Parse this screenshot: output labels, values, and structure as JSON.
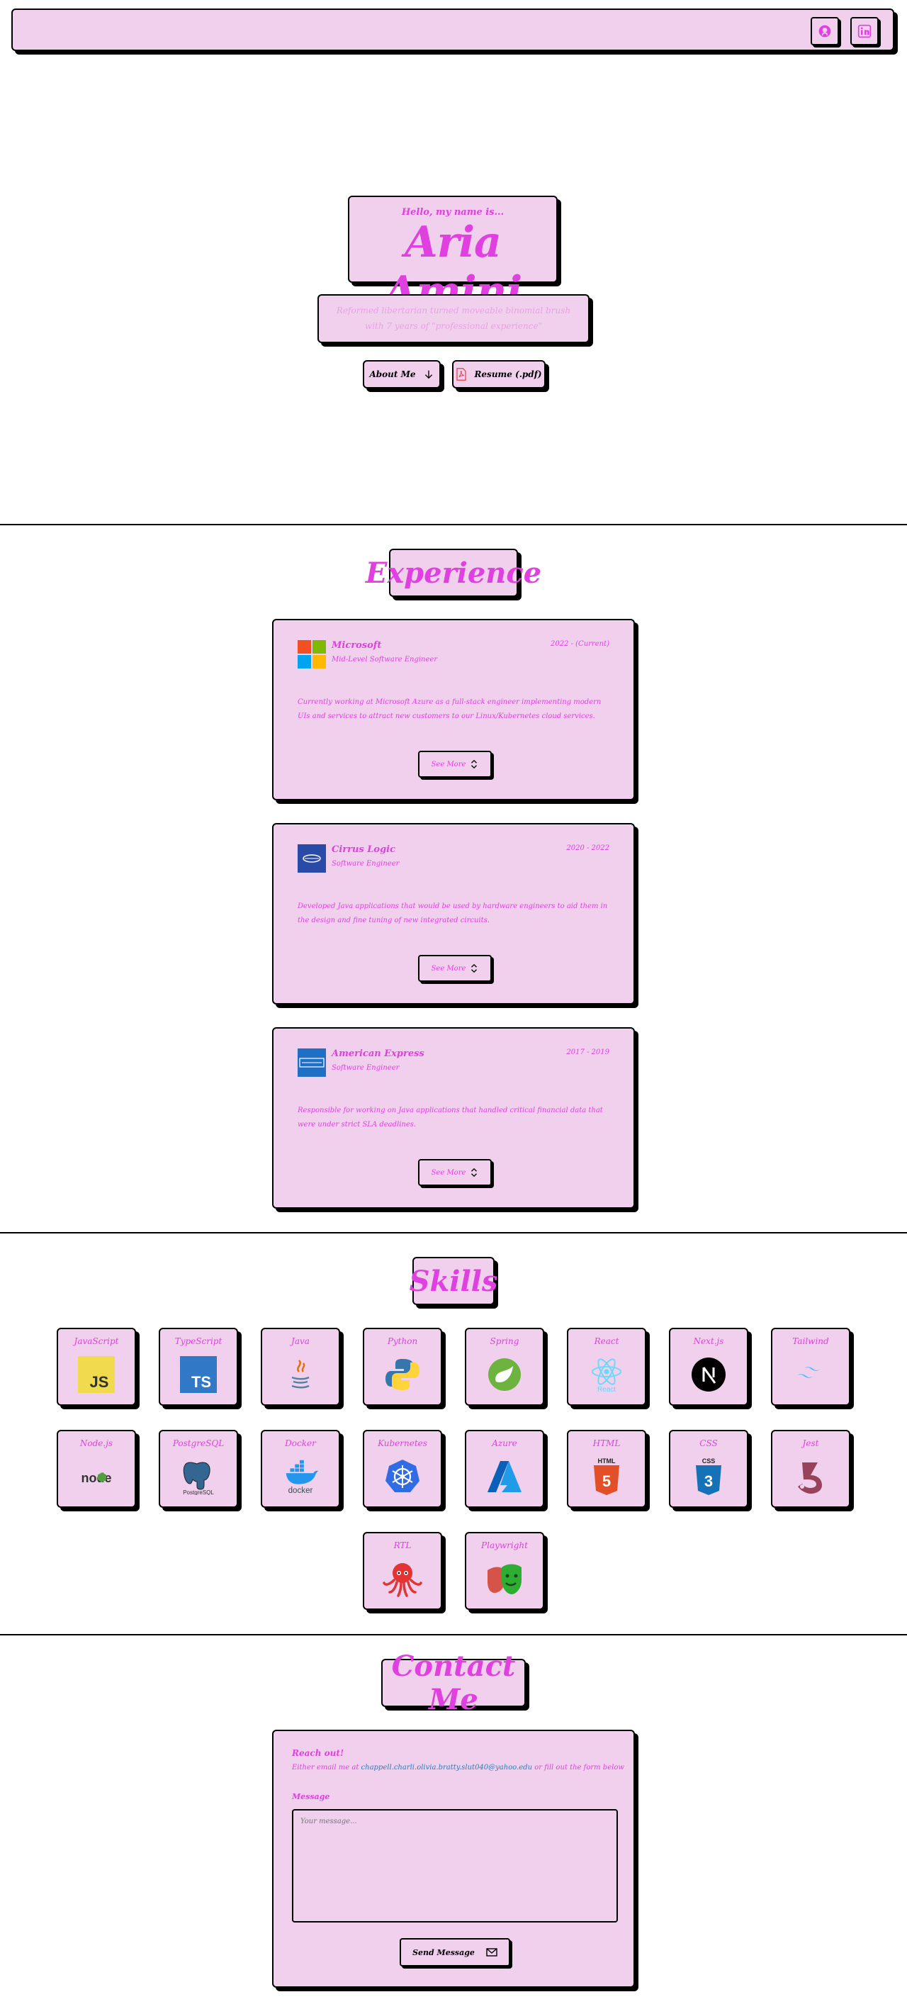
{
  "nav": {
    "github_icon": "github-icon",
    "linkedin_icon": "linkedin-icon"
  },
  "hero": {
    "greeting": "Hello, my name is...",
    "name": "Aria Amini",
    "tagline": "Reformed libertarian turned moveable binomial brush with 7 years of \"professional experience\"",
    "about_label": "About Me",
    "resume_label": "Resume (.pdf)"
  },
  "experience": {
    "title": "Experience",
    "items": [
      {
        "company": "Microsoft",
        "role": "Mid-Level Software Engineer",
        "date": "2022 - (Current)",
        "description": "Currently working at Microsoft Azure as a full-stack engineer implementing modern UIs and services to attract new customers to our Linux/Kubernetes cloud services.",
        "button": "See More"
      },
      {
        "company": "Cirrus Logic",
        "role": "Software Engineer",
        "date": "2020 - 2022",
        "description": "Developed Java applications that would be used by hardware engineers to aid them in the design and fine tuning of new integrated circuits.",
        "button": "See More"
      },
      {
        "company": "American Express",
        "role": "Software Engineer",
        "date": "2017 - 2019",
        "description": "Responsible for working on Java applications that handled critical financial data that were under strict SLA deadlines.",
        "button": "See More"
      }
    ]
  },
  "skills": {
    "title": "Skills",
    "items": [
      "JavaScript",
      "TypeScript",
      "Java",
      "Python",
      "Spring",
      "React",
      "Next.js",
      "Tailwind",
      "Node.js",
      "PostgreSQL",
      "Docker",
      "Kubernetes",
      "Azure",
      "HTML",
      "CSS",
      "Jest",
      "RTL",
      "Playwright"
    ]
  },
  "contact": {
    "title": "Contact Me",
    "heading": "Reach out!",
    "sub_before": "Either email me at",
    "email": "chappell.charli.olivia.bratty.slut040@yahoo.edu",
    "sub_after": "or fill out the form below",
    "message_label": "Message",
    "message_placeholder": "Your message...",
    "send_label": "Send Message"
  }
}
